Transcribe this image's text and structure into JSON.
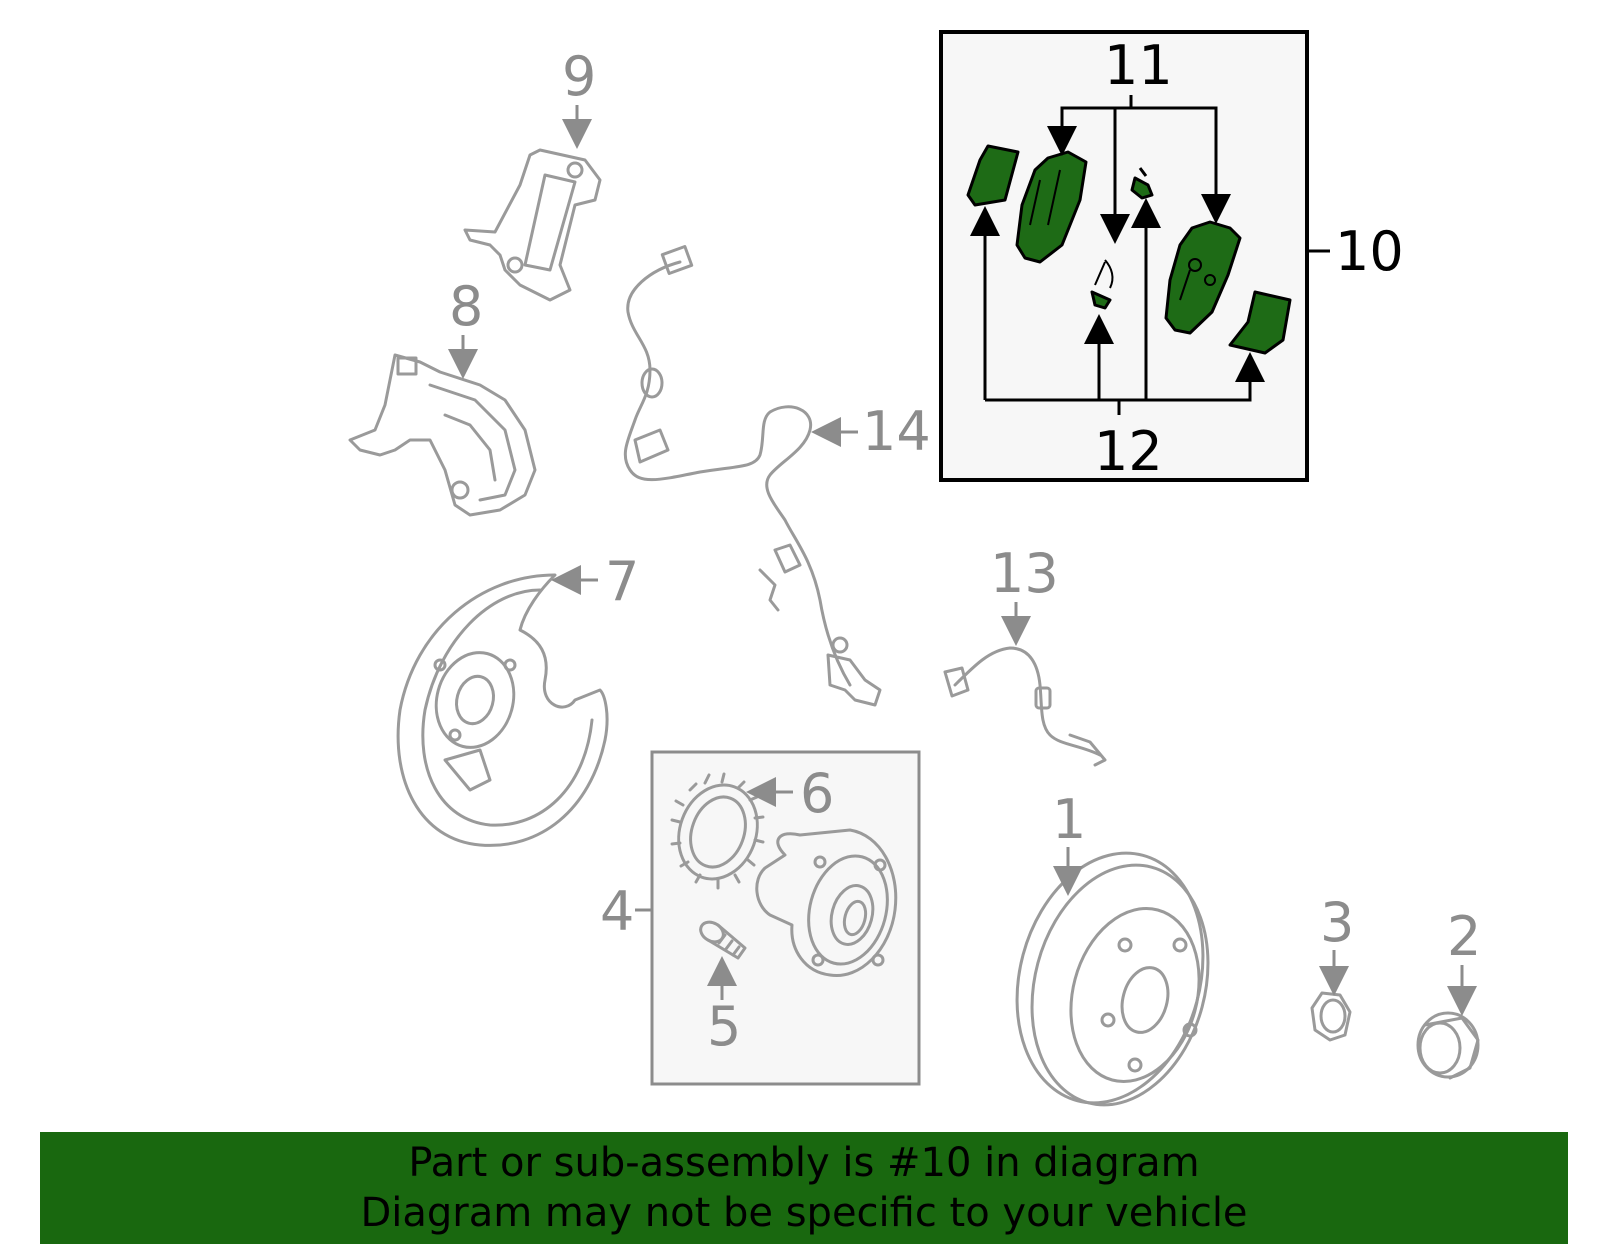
{
  "diagram": {
    "callouts": {
      "c1": "1",
      "c2": "2",
      "c3": "3",
      "c4": "4",
      "c5": "5",
      "c6": "6",
      "c7": "7",
      "c8": "8",
      "c9": "9",
      "c10": "10",
      "c11": "11",
      "c12": "12",
      "c13": "13",
      "c14": "14"
    },
    "highlight_color": "#1e6b16",
    "highlighted_part": "10"
  },
  "banner": {
    "line1": "Part or sub-assembly is #10 in diagram",
    "line2": "Diagram may not be specific to your vehicle",
    "background": "#19680f"
  }
}
